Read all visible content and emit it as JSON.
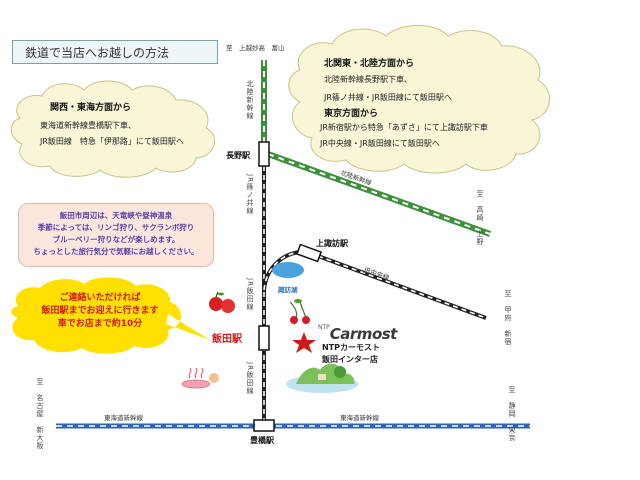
{
  "title": "鉄道で当店へお越しの方法",
  "cloud_west": {
    "heading": "関西・東海方面から",
    "lines": [
      "東海道新幹線豊橋駅下車、",
      "JR飯田線　特急「伊那路」にて飯田駅へ"
    ]
  },
  "cloud_east": {
    "heading1": "北関東・北陸方面から",
    "lines1": [
      "北陸新幹線長野駅下車、",
      "JR篠ノ井線・JR飯田線にて飯田駅へ"
    ],
    "heading2": "東京方面から",
    "lines2": [
      "JR新宿駅から特急「あずさ」にて上諏訪駅下車",
      "JR中央線・JR飯田線にて飯田駅へ"
    ]
  },
  "info": {
    "lines": [
      "飯田市周辺は、天竜峡や昼神温泉",
      "季節によっては、リンゴ狩り、サクランボ狩り",
      "ブルーベリー狩りなどが楽しめます。",
      "ちょっとした旅行気分で気軽にお越しください。"
    ]
  },
  "pickup": {
    "lines": [
      "ご連絡いただければ",
      "飯田駅までお迎えに行きます",
      "車でお店まで約10分"
    ]
  },
  "stations": {
    "nagano": "長野駅",
    "kamisuwa": "上諏訪駅",
    "iida": "飯田駅",
    "toyohashi": "豊橋駅"
  },
  "lines": {
    "hokuriku_shinkansen": "北陸新幹線",
    "hokuriku_shinkansen_east": "北陸新幹線",
    "shinonoi": "JR篠ノ井線",
    "chuo": "JR中央線",
    "iida_upper": "JR飯田線",
    "iida_lower": "JR飯田線",
    "tokaido_west": "東海道新幹線",
    "tokaido_east": "東海道新幹線"
  },
  "lake": "諏訪湖",
  "directions": {
    "top": "至　上越妙高　富山",
    "east_upper": "至　高崎　上野",
    "east_middle": "至　甲府　新宿",
    "east_lower": "至　静岡　東京",
    "west_lower": "至　名古屋　新大阪"
  },
  "shop": {
    "logo": "Carmost",
    "logo_prefix": "NTP",
    "name": "NTPカーモスト",
    "branch": "飯田インター店"
  },
  "colors": {
    "hokuriku": "#3d8f3b",
    "tokaido": "#2f63b3",
    "jr_line": "#222222",
    "star": "#d11a1a",
    "pickup_cloud": "#ffe000",
    "cloud": "#f8f6d6",
    "info_bg": "#fde6dc"
  },
  "icons": [
    "apple-icon",
    "cherry-icon",
    "hot-spring-icon",
    "lake-icon",
    "star-icon",
    "landscape-icon"
  ]
}
